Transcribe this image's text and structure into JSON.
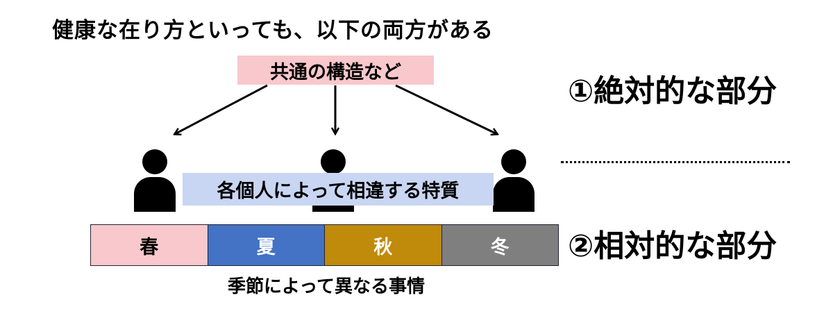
{
  "title": "健康な在り方といっても、以下の両方がある",
  "shared_box": {
    "label": "共通の構造など"
  },
  "individual_box": {
    "label": "各個人によって相違する特質"
  },
  "labels": {
    "absolute": "①絶対的な部分",
    "relative": "②相対的な部分"
  },
  "seasons": [
    {
      "label": "春",
      "color": "#f8c8cc"
    },
    {
      "label": "夏",
      "color": "#4472c4"
    },
    {
      "label": "秋",
      "color": "#c08a0a"
    },
    {
      "label": "冬",
      "color": "#7f7f7f"
    }
  ],
  "seasons_caption": "季節によって異なる事情",
  "icons": [
    "arrow-icon",
    "person-icon"
  ]
}
